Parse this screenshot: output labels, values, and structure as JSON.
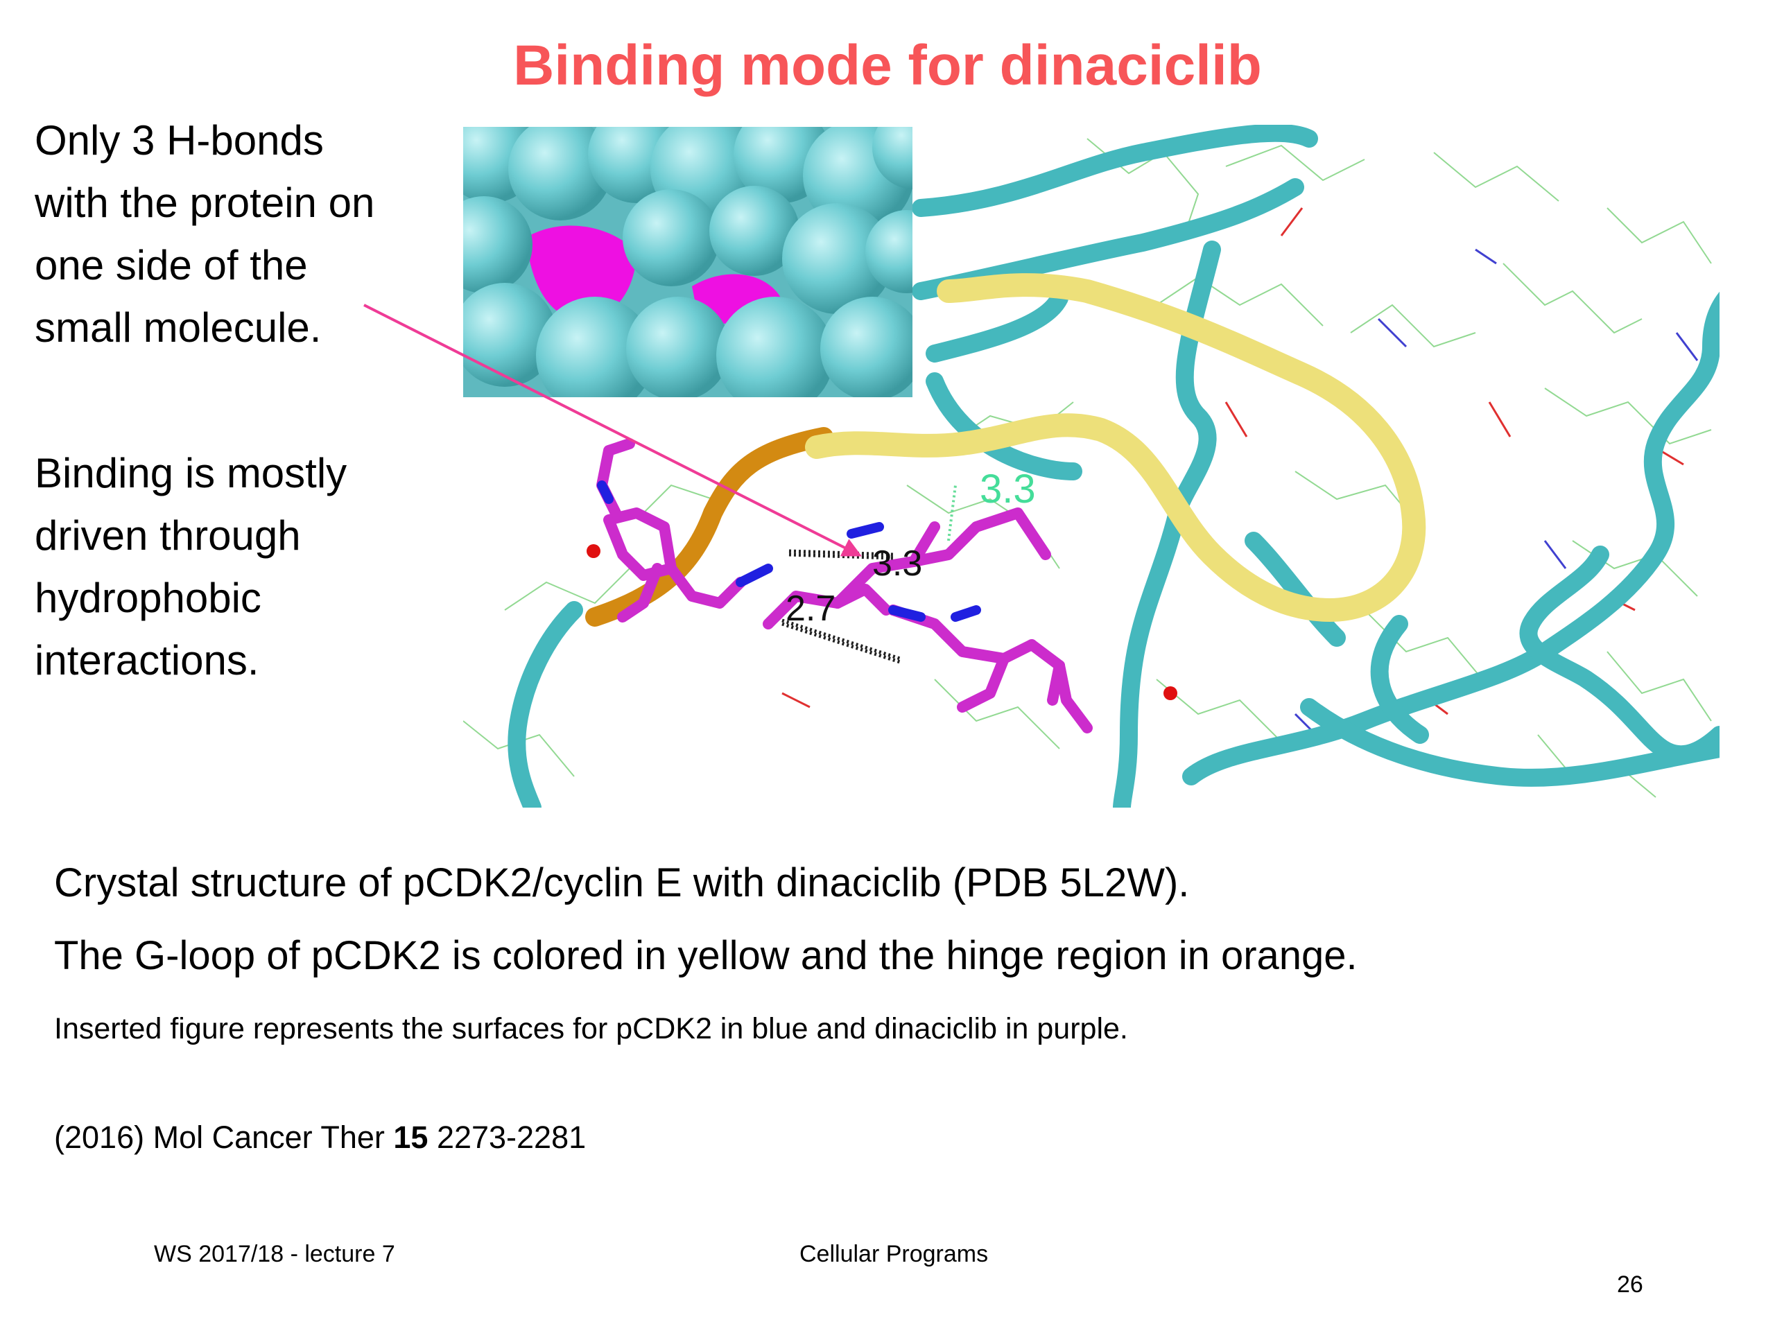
{
  "slide": {
    "title": "Binding mode for dinaciclib",
    "side_text_1": [
      "Only 3 H-bonds",
      "with the protein on",
      "one side of the",
      "small molecule."
    ],
    "side_text_2": [
      "Binding is mostly",
      "driven through",
      "hydrophobic",
      "interactions."
    ],
    "figure_labels": {
      "hbond_top": "3.3",
      "hbond_middle": "3.3",
      "hbond_bottom": "2.7"
    },
    "caption_1": "Crystal structure of pCDK2/cyclin E with dinaciclib (PDB 5L2W).",
    "caption_2": "The G-loop of pCDK2 is colored in yellow and the hinge region in orange.",
    "caption_3": "Inserted figure represents the surfaces for pCDK2 in blue and dinaciclib in purple.",
    "reference": {
      "prefix": "(2016) Mol Cancer Ther ",
      "volume": "15",
      "pages": " 2273-2281"
    },
    "footer_left": "WS 2017/18 - lecture 7",
    "footer_center": "Cellular Programs",
    "page_number": "26"
  },
  "colors": {
    "title": "#f75558",
    "protein_backbone": "#45b8bd",
    "g_loop": "#ede07a",
    "hinge": "#d38a12",
    "ligand": "#cc2ccc",
    "nitrogen": "#2020e0",
    "oxygen": "#e01010",
    "annotation_arrow": "#ef3b96",
    "surface_protein": "#66c5cc",
    "surface_ligand": "#ee10e2",
    "hbond_top_label": "#44dd99"
  }
}
